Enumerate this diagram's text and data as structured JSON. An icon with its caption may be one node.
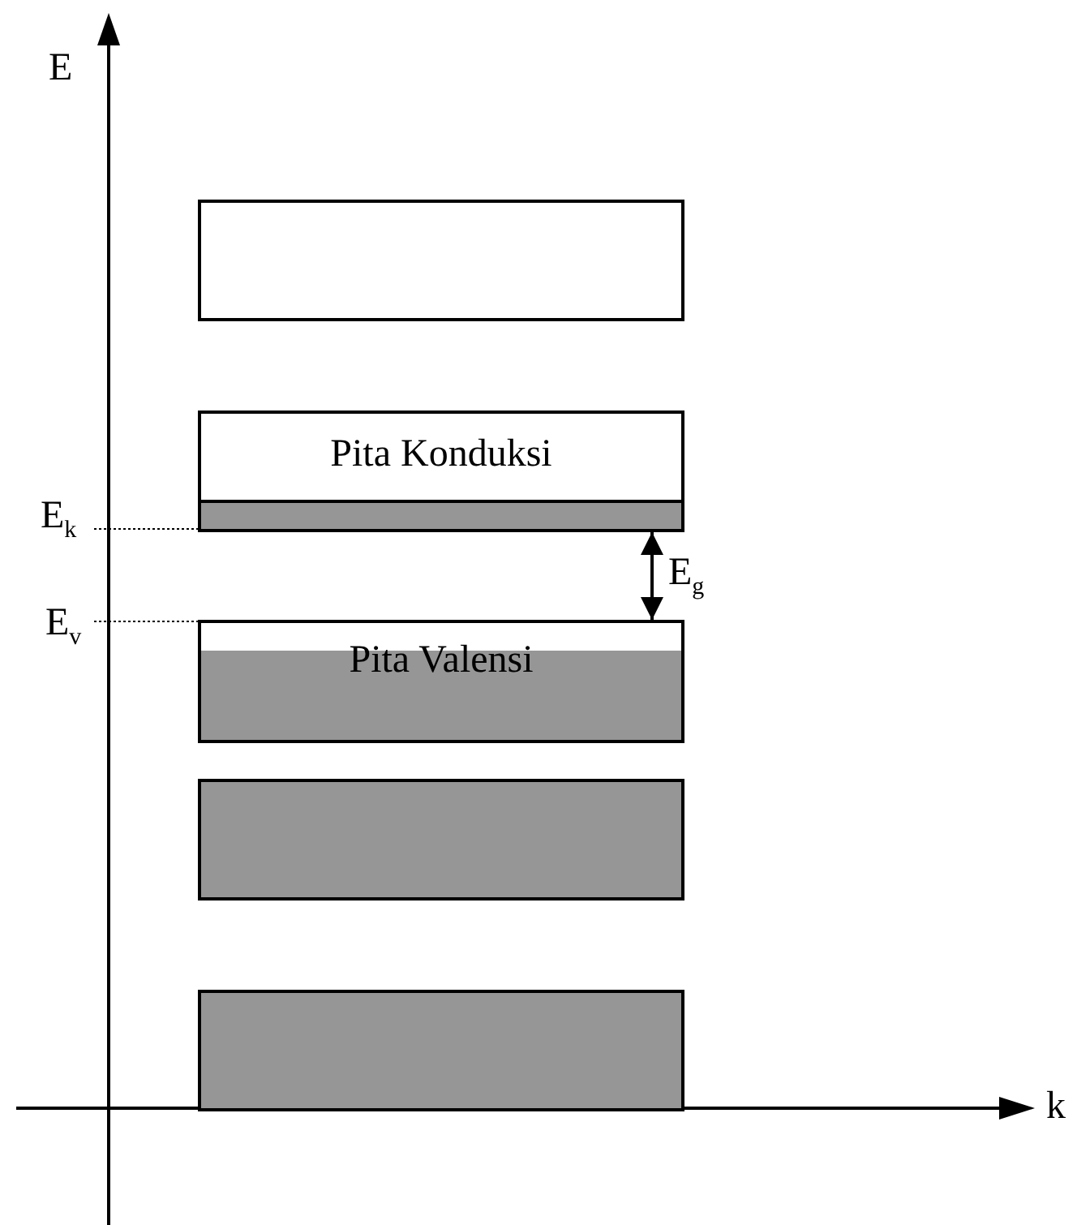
{
  "diagram": {
    "nodes": [
      {
        "text": [],
        "shape": "box"
      },
      {
        "text": [
          "Pita Konduksi"
        ]
      },
      {
        "text": [
          "Pita Valensi"
        ]
      },
      {
        "text": [],
        "shape": "box"
      },
      {
        "text": [],
        "shape": "box"
      }
    ],
    "edges": [
      {
        "from": 1,
        "to": 2,
        "arrow": "both",
        "label": "E$_{g}$"
      }
    ],
    "labels": [
      "E",
      "E$_{k}$",
      "E$_{v}$",
      "k"
    ]
  }
}
